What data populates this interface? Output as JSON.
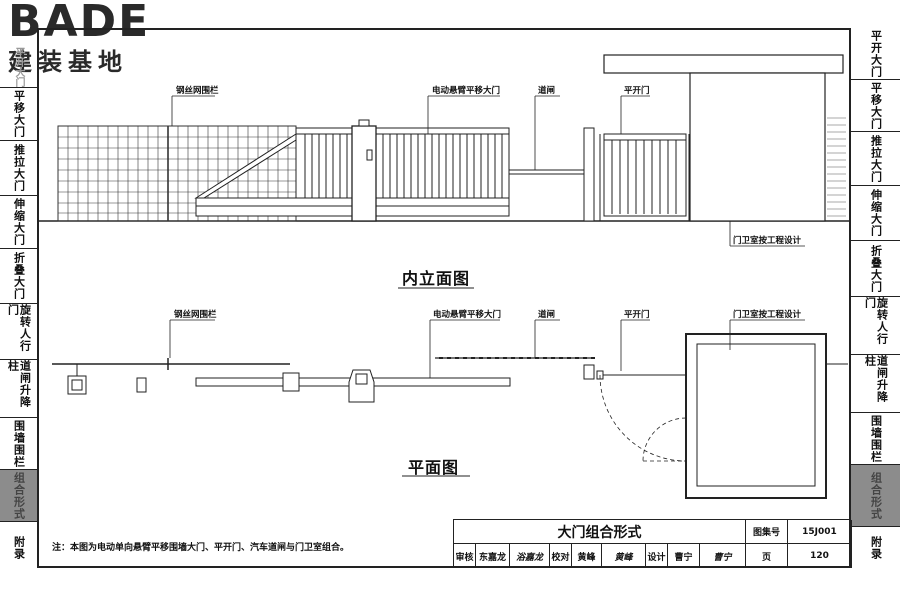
{
  "logo": {
    "brand": "BADE",
    "subtitle": "建装基地"
  },
  "left_tabs": [
    {
      "label": "平开大门"
    },
    {
      "label": "平移大门"
    },
    {
      "label": "推拉大门"
    },
    {
      "label": "伸缩大门"
    },
    {
      "label": "折叠大门"
    },
    {
      "label": "旋转人行门"
    },
    {
      "label": "道闸升降柱"
    },
    {
      "label": "围墙围栏"
    },
    {
      "label": "组合形式"
    },
    {
      "label": "附录"
    }
  ],
  "right_tabs": [
    {
      "label": "平开大门"
    },
    {
      "label": "平移大门"
    },
    {
      "label": "推拉大门"
    },
    {
      "label": "伸缩大门"
    },
    {
      "label": "折叠大门"
    },
    {
      "label": "旋转人行门"
    },
    {
      "label": "道闸升降柱"
    },
    {
      "label": "围墙围栏"
    },
    {
      "label": "组合形式"
    },
    {
      "label": "附录"
    }
  ],
  "elevation": {
    "caption": "内立面图",
    "labels": {
      "wire_fence": "钢丝网围栏",
      "sliding_gate": "电动悬臂平移大门",
      "barrier": "道闸",
      "swing_gate": "平开门",
      "guard_room": "门卫室按工程设计"
    }
  },
  "plan": {
    "caption": "平面图",
    "labels": {
      "wire_fence": "钢丝网围栏",
      "sliding_gate": "电动悬臂平移大门",
      "barrier": "道闸",
      "swing_gate": "平开门",
      "guard_room": "门卫室按工程设计"
    }
  },
  "note": "注：本图为电动单向悬臂平移围墙大门、平开门、汽车道闸与门卫室组合。",
  "title_block": {
    "title": "大门组合形式",
    "atlas_label": "图集号",
    "atlas_no": "15J001",
    "review_label": "审核",
    "reviewer": "东嘉龙",
    "reviewer_sig": "浴嘉龙",
    "check_label": "校对",
    "checker": "黄峰",
    "checker_sig": "黄峰",
    "design_label": "设计",
    "designer": "曹宁",
    "designer_sig": "曹宁",
    "page_label": "页",
    "page_no": "120"
  }
}
